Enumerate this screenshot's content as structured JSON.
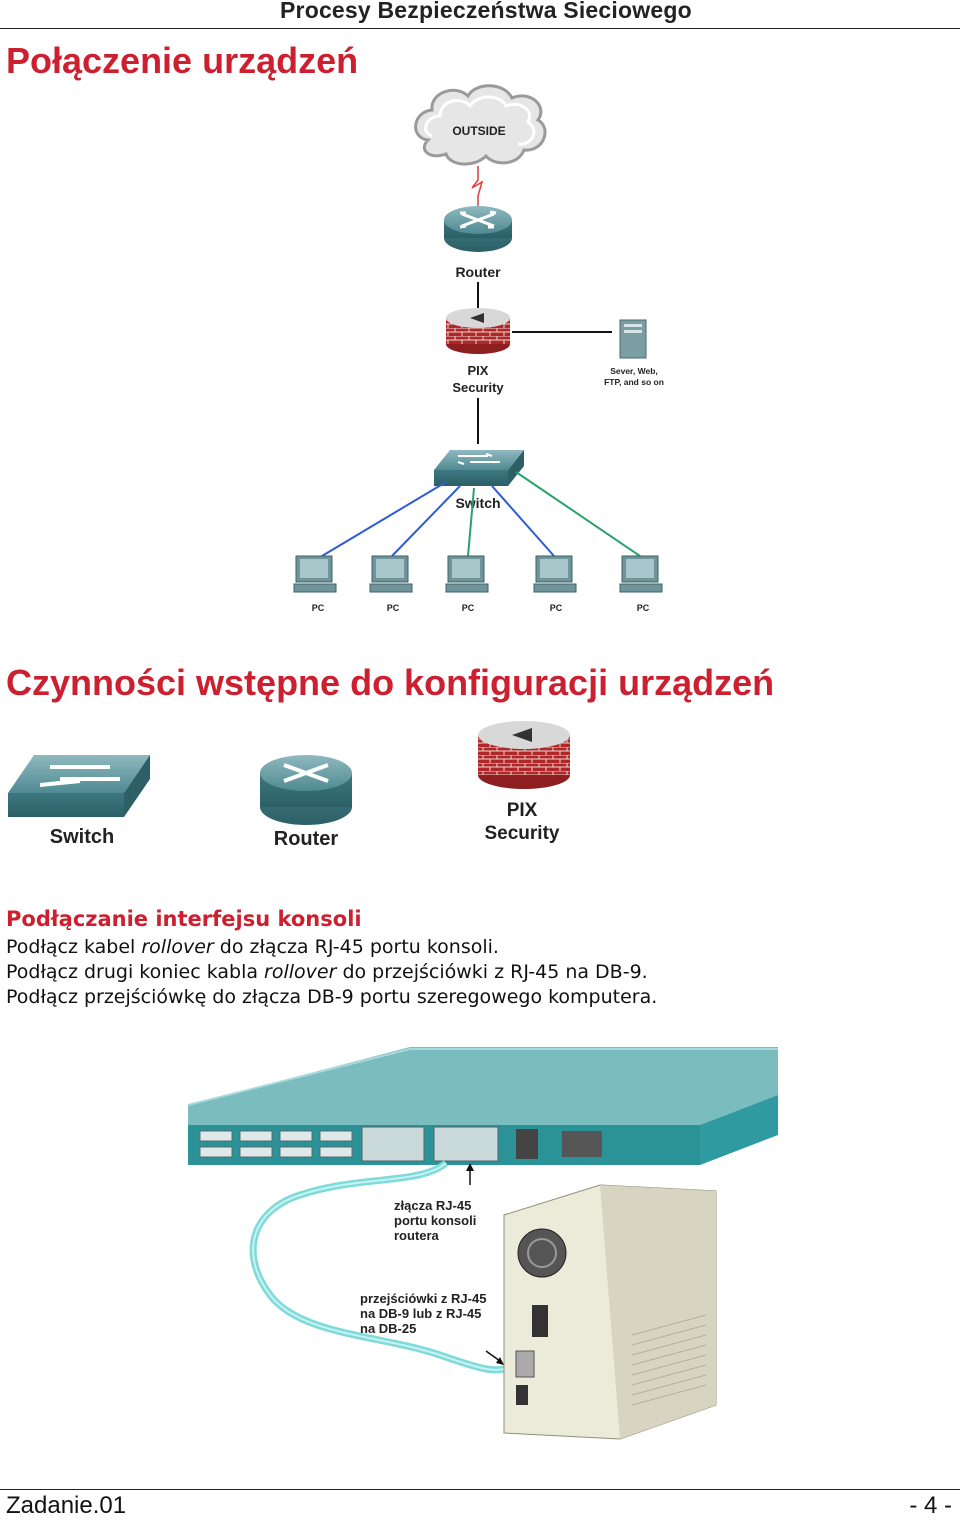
{
  "header": {
    "title": "Procesy Bezpieczeństwa Sieciowego"
  },
  "section1": {
    "title": "Połączenie urządzeń"
  },
  "diagram1": {
    "cloud_label": "OUTSIDE",
    "router_label": "Router",
    "pix_label_1": "PIX",
    "pix_label_2": "Security",
    "server_label_1": "Sever, Web,",
    "server_label_2": "FTP, and so on",
    "switch_label": "Switch",
    "pc_labels": [
      "PC",
      "PC",
      "PC",
      "PC",
      "PC"
    ]
  },
  "section2": {
    "title": "Czynności wstępne do konfiguracji urządzeń"
  },
  "devices": {
    "switch_label": "Switch",
    "router_label": "Router",
    "pix_label_1": "PIX",
    "pix_label_2": "Security"
  },
  "console": {
    "heading": "Podłączanie interfejsu konsoli",
    "line1_pre": "Podłącz kabel ",
    "line1_em": "rollover",
    "line1_post": " do złącza RJ-45 portu konsoli.",
    "line2_pre": "Podłącz drugi koniec kabla ",
    "line2_em": "rollover",
    "line2_post": " do przejściówki z RJ-45 na DB-9.",
    "line3": "Podłącz przejściówkę do złącza DB-9 portu szeregowego komputera."
  },
  "photo": {
    "callout1_1": "złącza RJ-45",
    "callout1_2": "portu konsoli",
    "callout1_3": "routera",
    "callout2_1": "przejściówki z RJ-45",
    "callout2_2": "na DB-9 lub z RJ-45",
    "callout2_3": "na DB-25"
  },
  "footer": {
    "left": "Zadanie.01",
    "right": "- 4 -"
  }
}
